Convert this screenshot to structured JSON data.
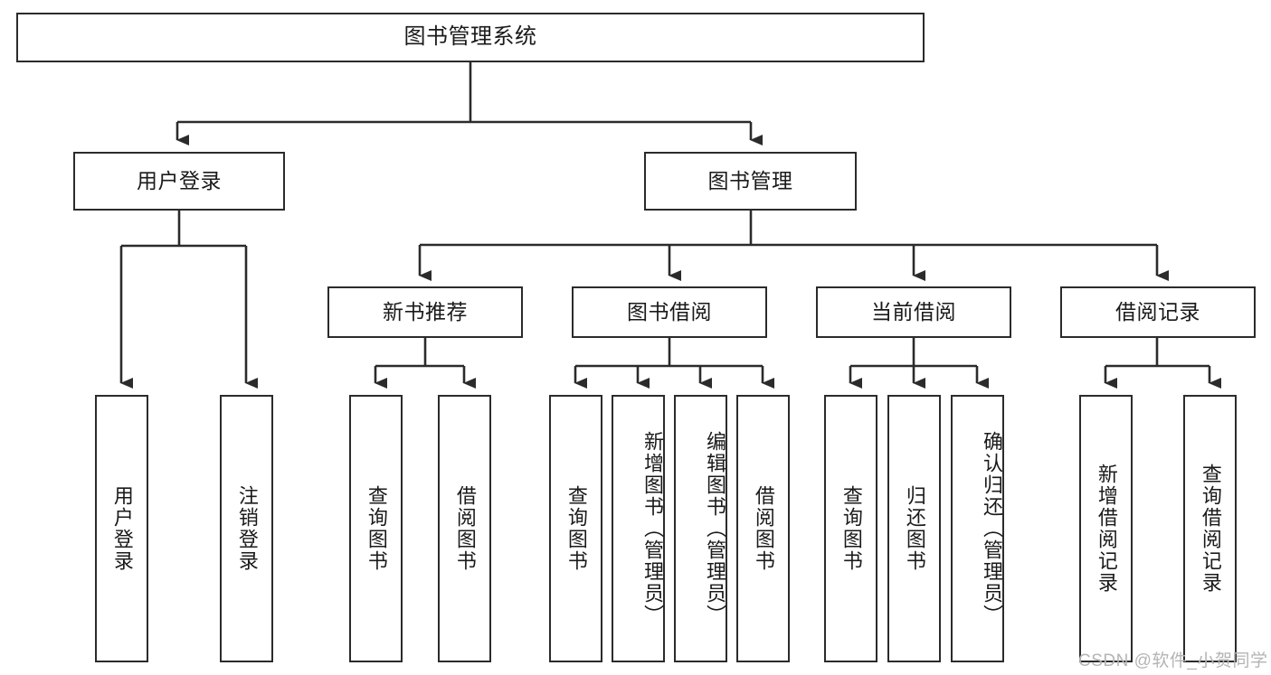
{
  "diagram": {
    "title": "图书管理系统",
    "type": "tree-hierarchy",
    "root": {
      "label": "图书管理系统"
    },
    "level2": [
      {
        "label": "用户登录"
      },
      {
        "label": "图书管理"
      }
    ],
    "level3": [
      {
        "label": "新书推荐"
      },
      {
        "label": "图书借阅"
      },
      {
        "label": "当前借阅"
      },
      {
        "label": "借阅记录"
      }
    ],
    "leaves": {
      "user_login": [
        {
          "label": "用户登录"
        },
        {
          "label": "注销登录"
        }
      ],
      "new_book_recommend": [
        {
          "label": "查询图书"
        },
        {
          "label": "借阅图书"
        }
      ],
      "book_borrow": [
        {
          "label": "查询图书"
        },
        {
          "label": "新增图书（管理员）"
        },
        {
          "label": "编辑图书（管理员）"
        },
        {
          "label": "借阅图书"
        }
      ],
      "current_borrow": [
        {
          "label": "查询图书"
        },
        {
          "label": "归还图书"
        },
        {
          "label": "确认归还（管理员）"
        }
      ],
      "borrow_record": [
        {
          "label": "新增借阅记录"
        },
        {
          "label": "查询借阅记录"
        }
      ]
    }
  },
  "watermark": {
    "text": "CSDN @软件_小贺同学"
  },
  "colors": {
    "stroke": "#2b2b2b",
    "fill": "#ffffff",
    "text": "#1a1a1a",
    "watermark": "#b4b4b4"
  }
}
